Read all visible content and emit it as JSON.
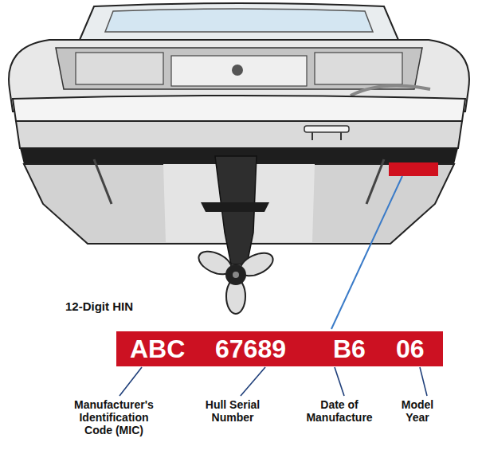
{
  "diagram": {
    "nodes": [
      {
        "text": [
          "ABC",
          "67689",
          "B6",
          "06"
        ]
      }
    ],
    "labels": [
      "12-Digit HIN",
      "Manufacturer's Identification Code (MIC)",
      "Hull Serial Number",
      "Date of Manufacture",
      "Model Year"
    ]
  }
}
